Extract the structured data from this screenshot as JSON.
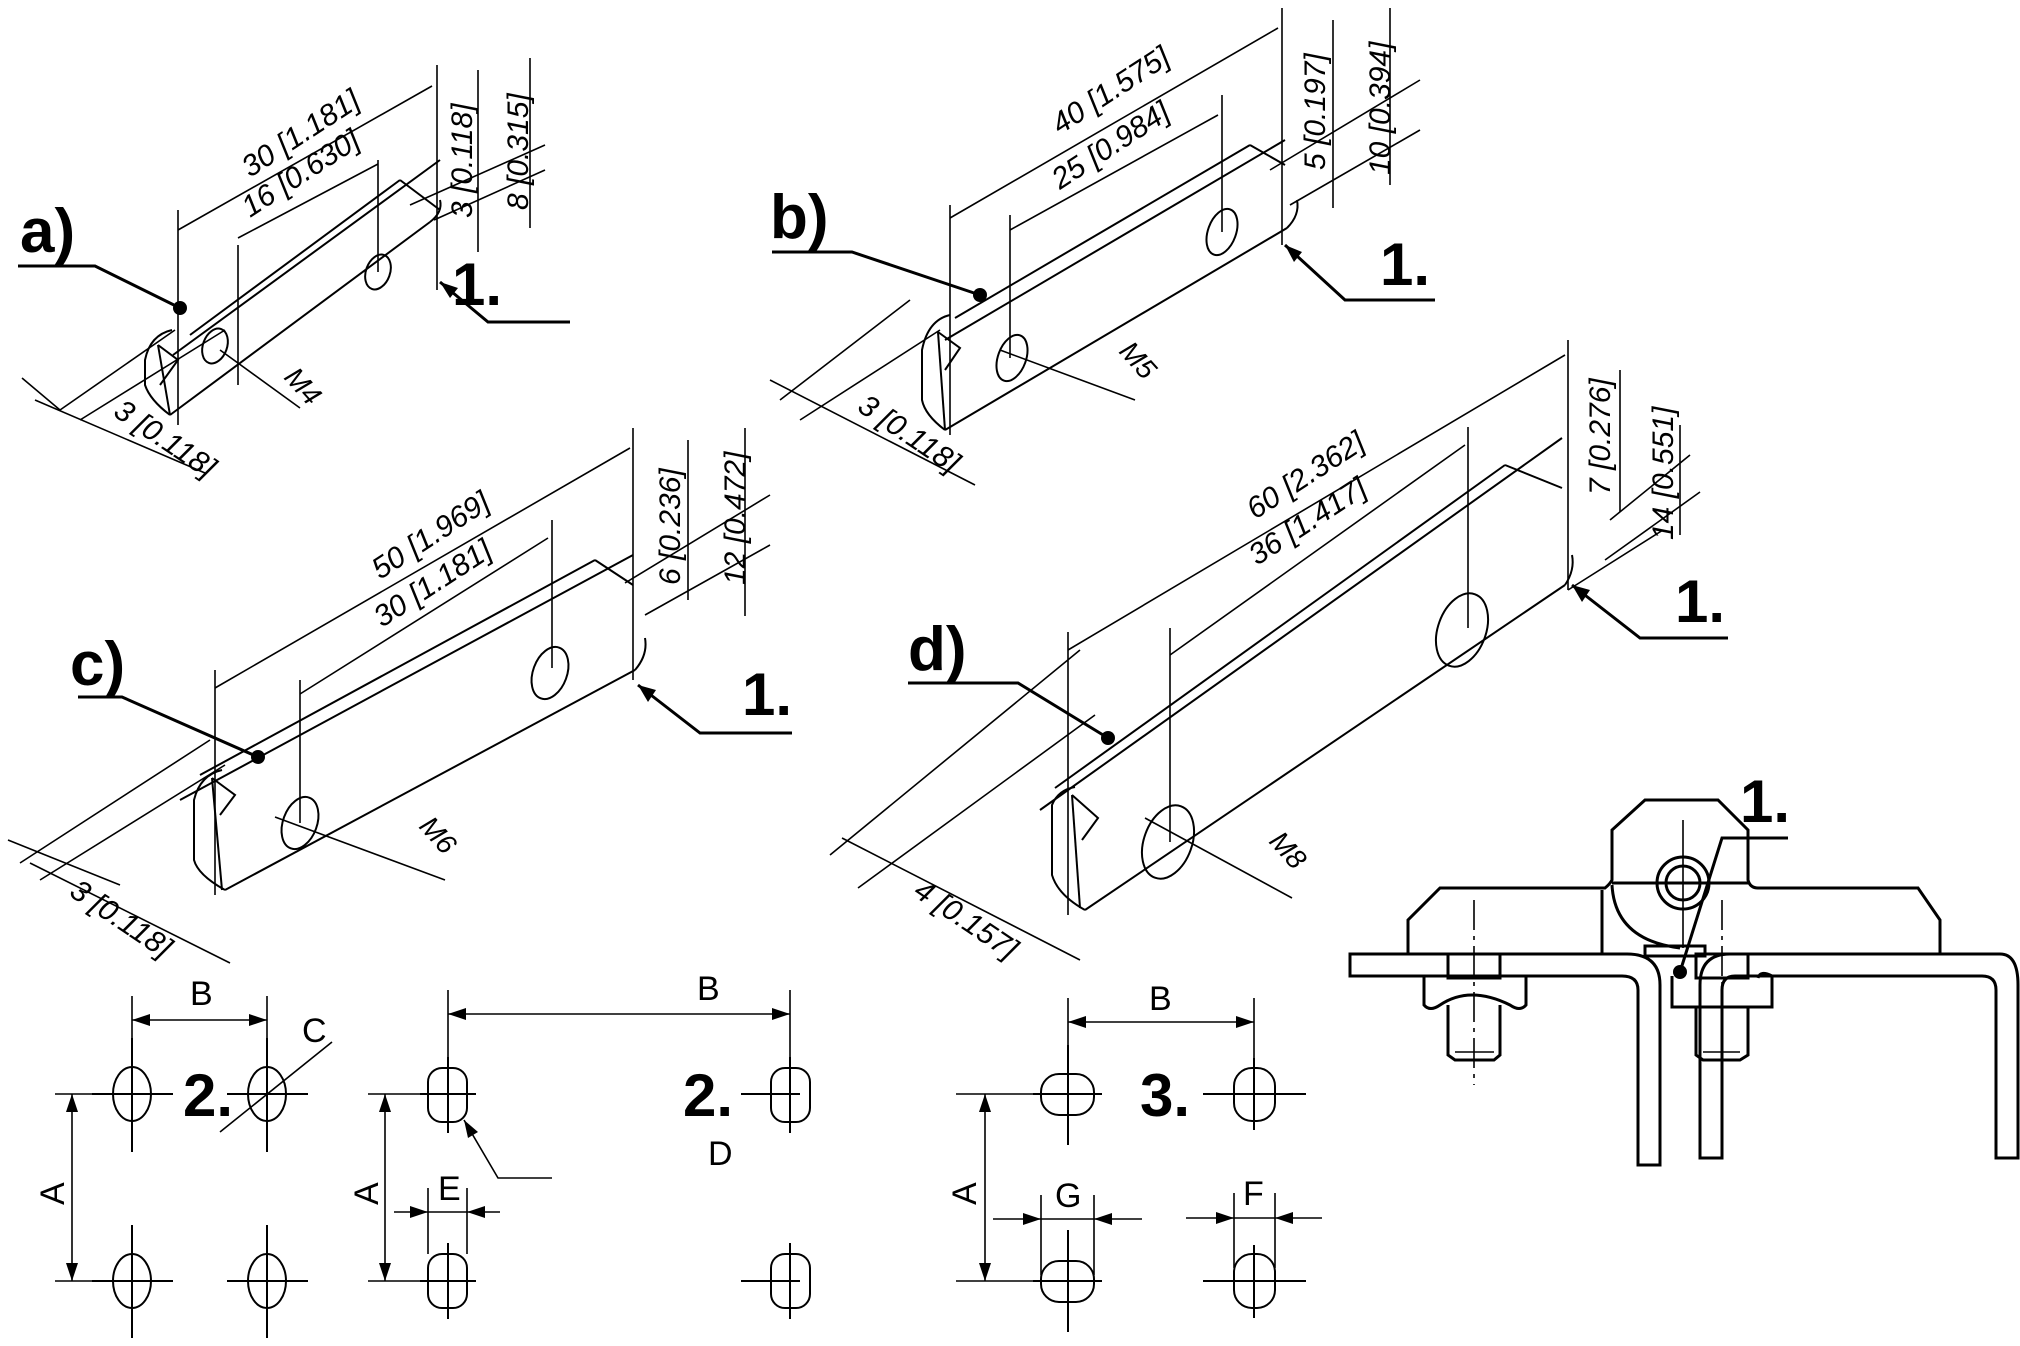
{
  "drawing": {
    "variants": [
      {
        "id": "a",
        "label": "a)",
        "callout": "1.",
        "length": "30 [1.181]",
        "hole_spacing": "16 [0.630]",
        "hole_offset": "3 [0.118]",
        "height": "8 [0.315]",
        "thickness": "3 [0.118]",
        "thread": "M4"
      },
      {
        "id": "b",
        "label": "b)",
        "callout": "1.",
        "length": "40 [1.575]",
        "hole_spacing": "25 [0.984]",
        "hole_offset": "5 [0.197]",
        "height": "10 [0.394]",
        "thickness": "3 [0.118]",
        "thread": "M5"
      },
      {
        "id": "c",
        "label": "c)",
        "callout": "1.",
        "length": "50 [1.969]",
        "hole_spacing": "30 [1.181]",
        "hole_offset": "6 [0.236]",
        "height": "12 [0.472]",
        "thickness": "3 [0.118]",
        "thread": "M6"
      },
      {
        "id": "d",
        "label": "d)",
        "callout": "1.",
        "length": "60 [2.362]",
        "hole_spacing": "36 [1.417]",
        "hole_offset": "7 [0.276]",
        "height": "14 [0.551]",
        "thickness": "4 [0.157]",
        "thread": "M8"
      }
    ],
    "hole_patterns": [
      {
        "id": "pattern-round",
        "number": "2.",
        "dim_horizontal": "B",
        "dim_vertical": "A",
        "dim_diameter": "C"
      },
      {
        "id": "pattern-square",
        "number": "2.",
        "dim_horizontal": "B",
        "dim_vertical": "A",
        "dim_corner": "D",
        "dim_width": "E"
      },
      {
        "id": "pattern-slot",
        "number": "3.",
        "dim_horizontal": "B",
        "dim_vertical": "A",
        "dim_slot_width_g": "G",
        "dim_slot_width_f": "F"
      }
    ],
    "assembly": {
      "callout": "1."
    }
  }
}
